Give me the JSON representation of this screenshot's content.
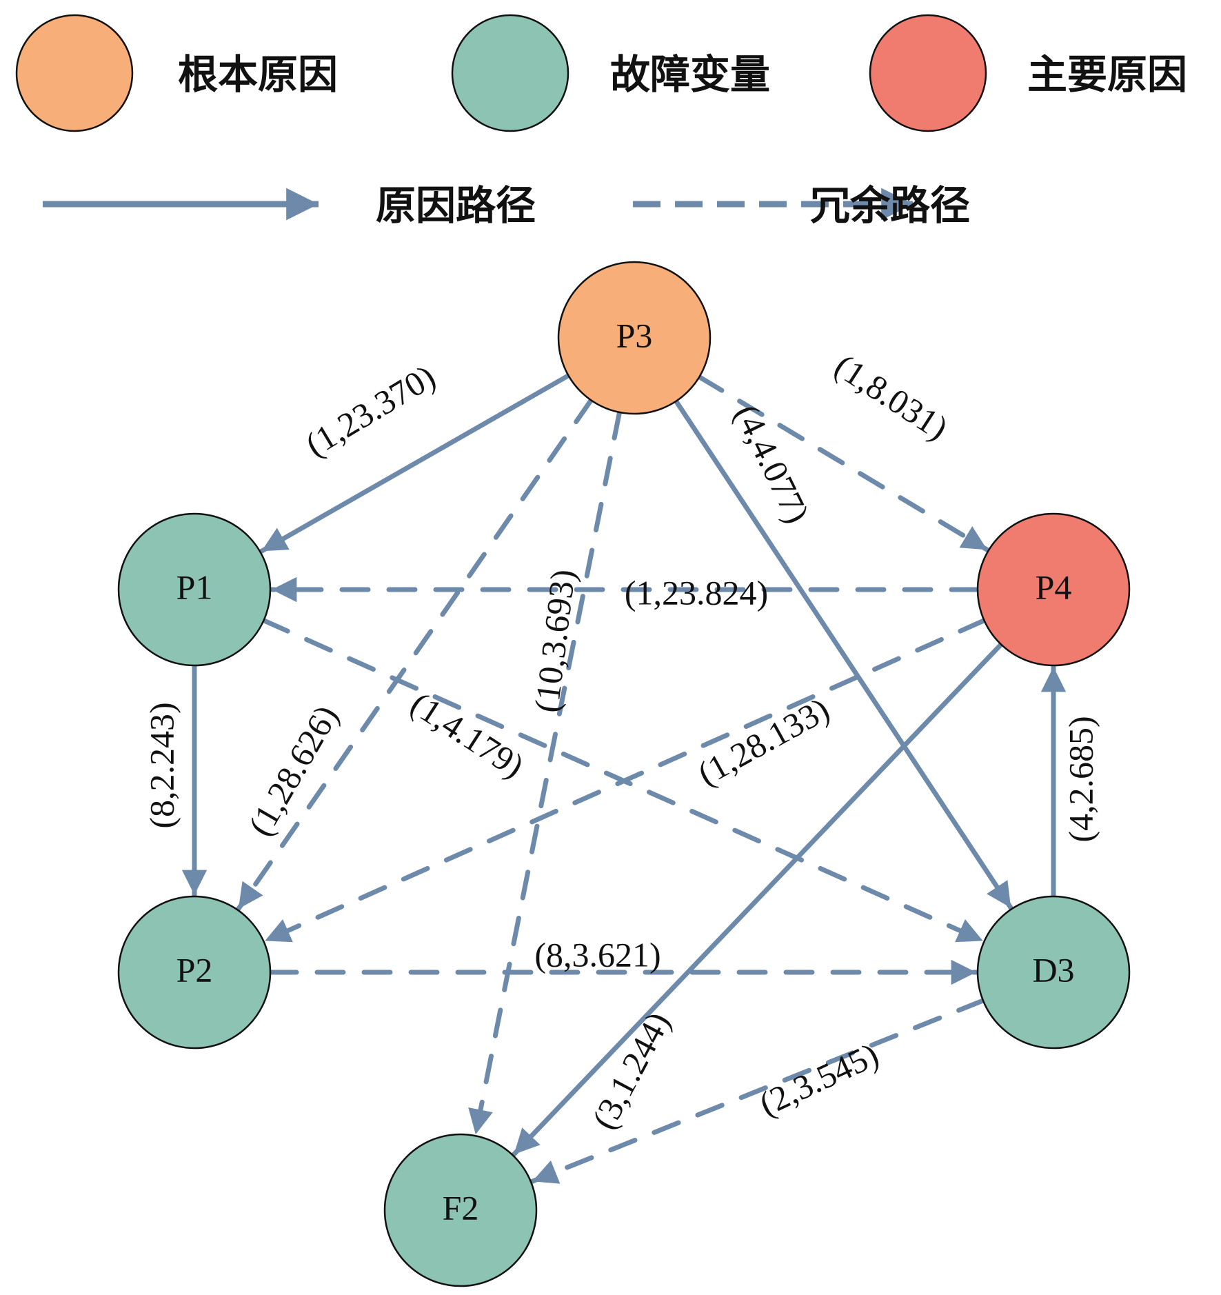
{
  "colors": {
    "root_cause": "#F7AE79",
    "fault_variable": "#8DC3B2",
    "main_cause": "#F07B6F",
    "edge": "#6E8AAB",
    "node_stroke": "#111111"
  },
  "legend": {
    "nodes": [
      {
        "type": "root_cause",
        "label": "根本原因"
      },
      {
        "type": "fault_variable",
        "label": "故障变量"
      },
      {
        "type": "main_cause",
        "label": "主要原因"
      }
    ],
    "edges": [
      {
        "style": "solid",
        "label": "原因路径"
      },
      {
        "style": "dashed",
        "label": "冗余路径"
      }
    ]
  },
  "graph": {
    "nodes": [
      {
        "id": "P3",
        "label": "P3",
        "type": "root_cause"
      },
      {
        "id": "P1",
        "label": "P1",
        "type": "fault_variable"
      },
      {
        "id": "P4",
        "label": "P4",
        "type": "main_cause"
      },
      {
        "id": "P2",
        "label": "P2",
        "type": "fault_variable"
      },
      {
        "id": "D3",
        "label": "D3",
        "type": "fault_variable"
      },
      {
        "id": "F2",
        "label": "F2",
        "type": "fault_variable"
      }
    ],
    "edges": [
      {
        "from": "P3",
        "to": "P1",
        "style": "solid",
        "label": "(1,23.370)"
      },
      {
        "from": "P3",
        "to": "P4",
        "style": "dashed",
        "label": "(1,8.031)"
      },
      {
        "from": "P3",
        "to": "D3",
        "style": "solid",
        "label": "(4,4.077)"
      },
      {
        "from": "P3",
        "to": "P2",
        "style": "dashed",
        "label": "(1,28.626)"
      },
      {
        "from": "P3",
        "to": "F2",
        "style": "dashed",
        "label": "(10,3.693)"
      },
      {
        "from": "P4",
        "to": "P1",
        "style": "dashed",
        "label": "(1,23.824)"
      },
      {
        "from": "P1",
        "to": "P2",
        "style": "solid",
        "label": "(8,2.243)"
      },
      {
        "from": "P1",
        "to": "D3",
        "style": "dashed",
        "label": "(1,4.179)"
      },
      {
        "from": "P4",
        "to": "P2",
        "style": "dashed",
        "label": "(1,28.133)"
      },
      {
        "from": "P4",
        "to": "F2",
        "style": "solid",
        "label": "(3,1.244)"
      },
      {
        "from": "D3",
        "to": "P4",
        "style": "solid",
        "label": "(4,2.685)"
      },
      {
        "from": "P2",
        "to": "D3",
        "style": "dashed",
        "label": "(8,3.621)"
      },
      {
        "from": "D3",
        "to": "F2",
        "style": "dashed",
        "label": "(2,3.545)"
      }
    ]
  }
}
